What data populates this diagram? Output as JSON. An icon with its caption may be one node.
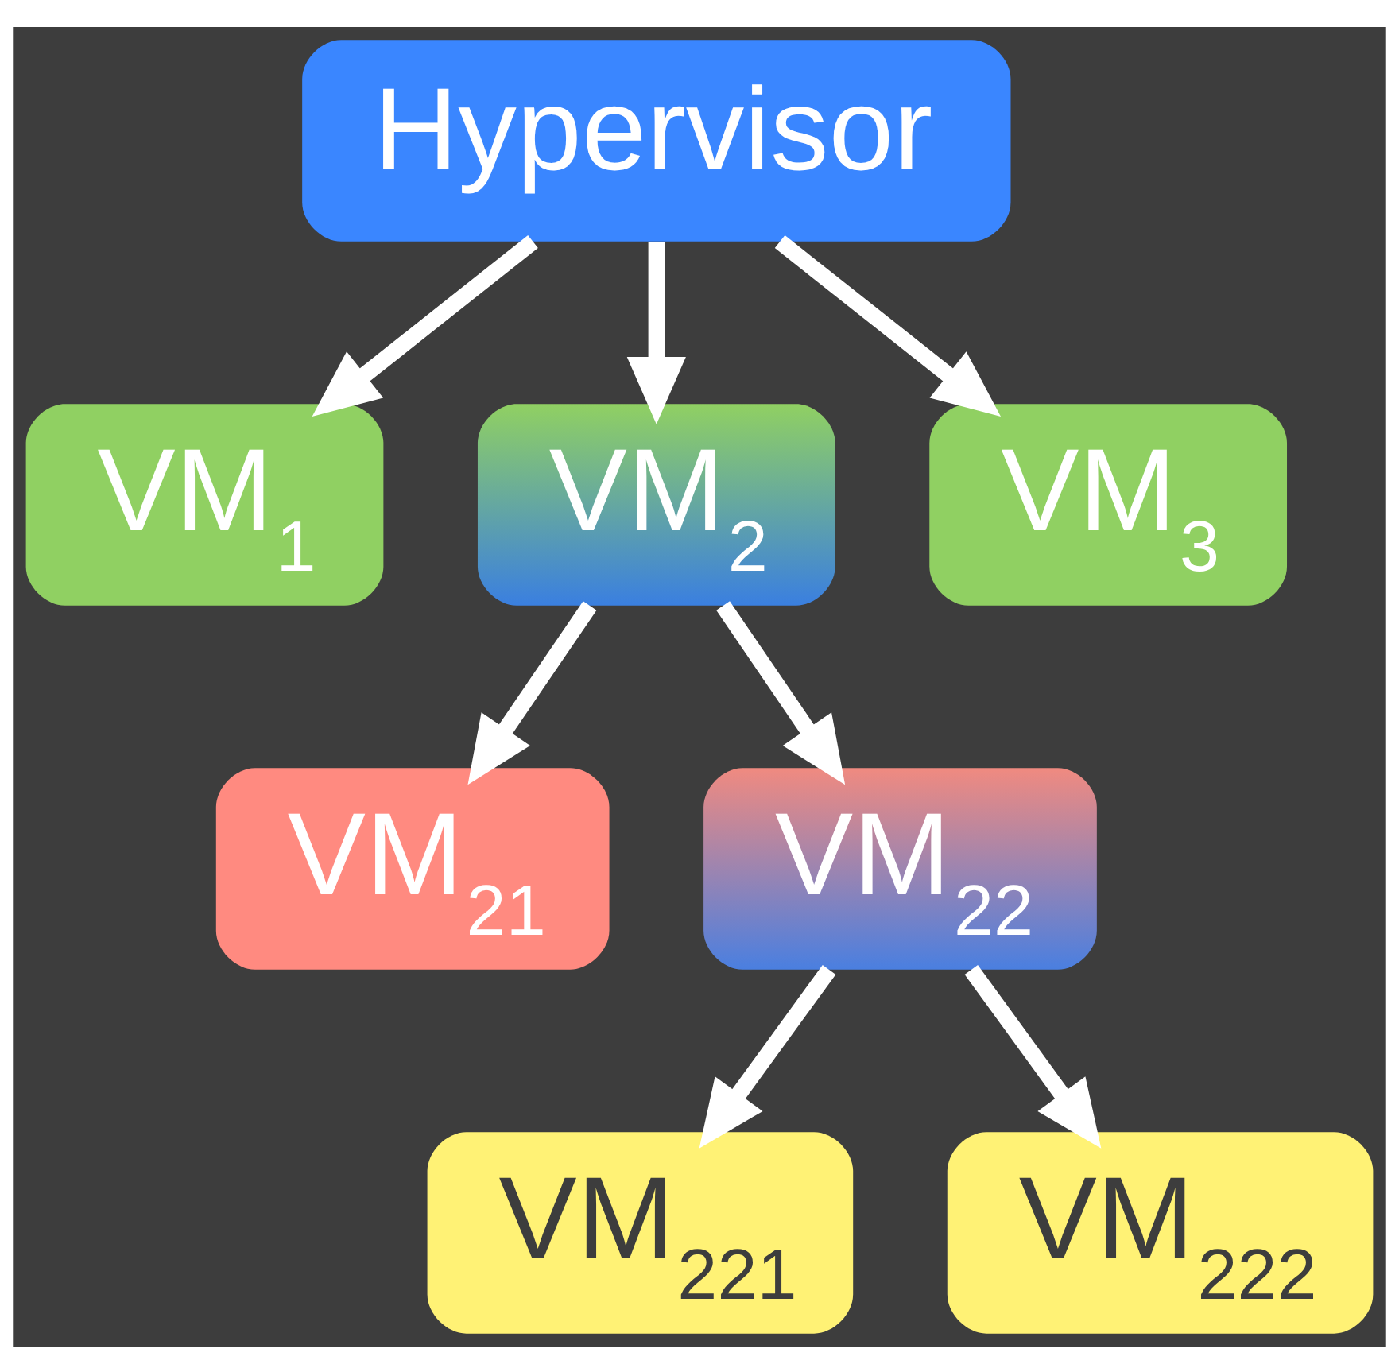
{
  "diagram": {
    "nodes": [
      {
        "text": [
          "Hypervisor"
        ]
      },
      {
        "text": [
          "VM$_{1}$"
        ]
      },
      {
        "text": [
          "VM$_{2}$"
        ]
      },
      {
        "text": [
          "VM$_{3}$"
        ]
      },
      {
        "text": [
          "VM$_{21}$"
        ]
      },
      {
        "text": [
          "VM$_{22}$"
        ]
      },
      {
        "text": [
          "VM$_{221}$"
        ]
      },
      {
        "text": [
          "VM$_{222}$"
        ]
      }
    ],
    "edges": [
      {
        "from": 0,
        "to": 1,
        "arrow": "to"
      },
      {
        "from": 0,
        "to": 2,
        "arrow": "to"
      },
      {
        "from": 0,
        "to": 3,
        "arrow": "to"
      },
      {
        "from": 2,
        "to": 4,
        "arrow": "to"
      },
      {
        "from": 2,
        "to": 5,
        "arrow": "to"
      },
      {
        "from": 5,
        "to": 6,
        "arrow": "to"
      },
      {
        "from": 5,
        "to": 7,
        "arrow": "to"
      }
    ]
  }
}
